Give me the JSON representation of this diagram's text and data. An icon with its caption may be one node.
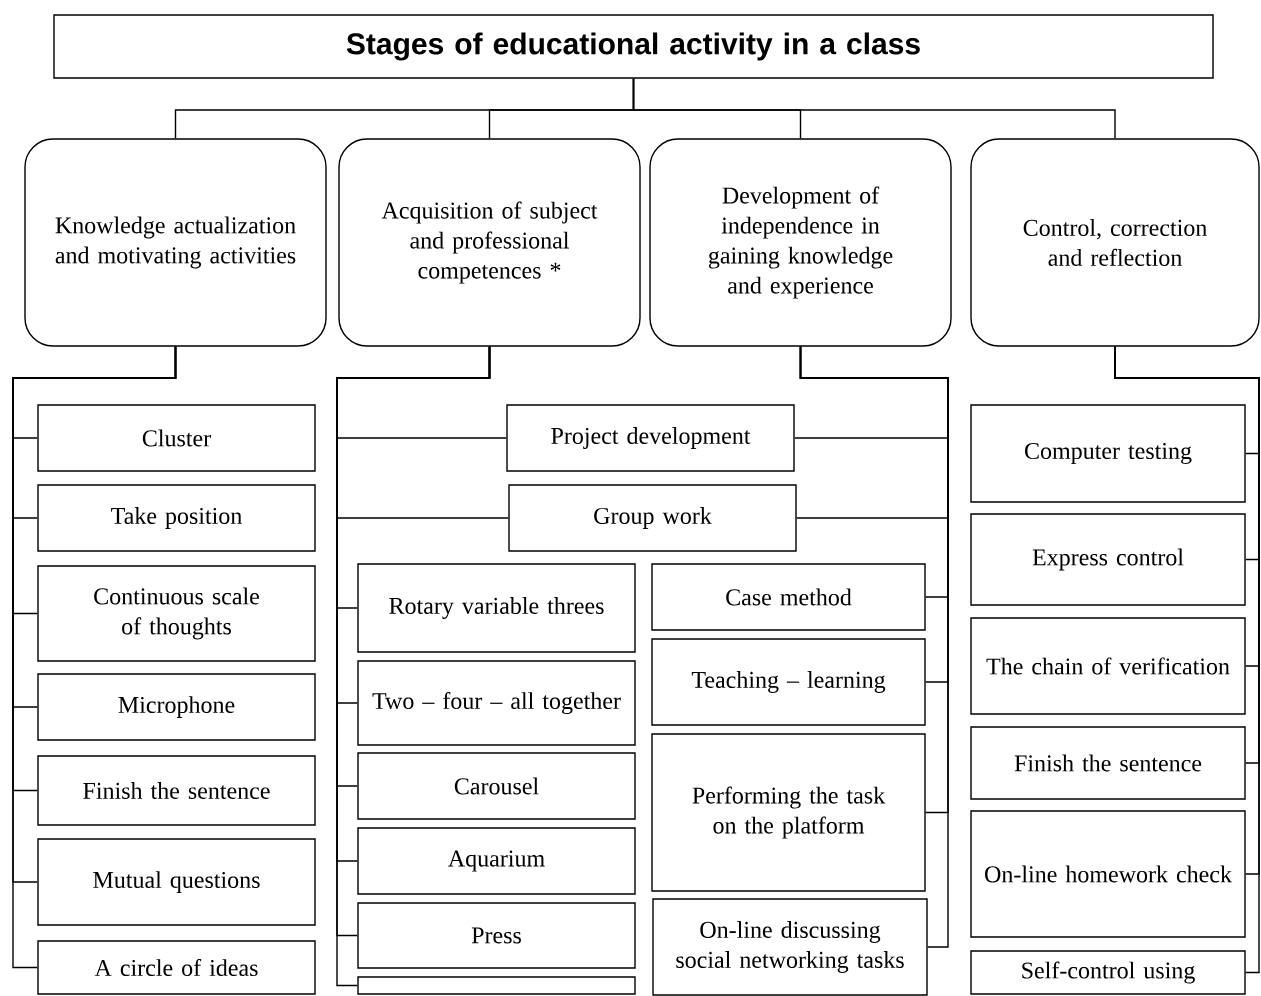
{
  "diagram": {
    "nodes": [
      {
        "text": [
          "Stages of educational activity in a class"
        ]
      },
      {
        "text": [
          "Knowledge actualization and motivating activities"
        ]
      },
      {
        "text": [
          "Acquisition of subject and professional competences *"
        ]
      },
      {
        "text": [
          "Development of independence in gaining knowledge and experience"
        ]
      },
      {
        "text": [
          "Control, correction and reflection"
        ]
      },
      {
        "text": [
          "Cluster"
        ]
      },
      {
        "text": [
          "Take position"
        ]
      },
      {
        "text": [
          "Continuous scale of thoughts"
        ]
      },
      {
        "text": [
          "Microphone"
        ]
      },
      {
        "text": [
          "Finish the sentence"
        ]
      },
      {
        "text": [
          "Mutual questions"
        ]
      },
      {
        "text": [
          "A circle of ideas"
        ]
      },
      {
        "text": [
          "Project development"
        ]
      },
      {
        "text": [
          "Group work"
        ]
      },
      {
        "text": [
          "Rotary variable threes"
        ]
      },
      {
        "text": [
          "Two – four – all together"
        ]
      },
      {
        "text": [
          "Carousel"
        ]
      },
      {
        "text": [
          "Aquarium"
        ]
      },
      {
        "text": [
          "Press"
        ]
      },
      {
        "text": [],
        "shape": "box"
      },
      {
        "text": [
          "Case method"
        ]
      },
      {
        "text": [
          "Teaching – learning"
        ]
      },
      {
        "text": [
          "Performing the task on the platform"
        ]
      },
      {
        "text": [
          "On-line discussing social networking tasks"
        ]
      },
      {
        "text": [
          "Computer testing"
        ]
      },
      {
        "text": [
          "Express control"
        ]
      },
      {
        "text": [
          "The chain of verification"
        ]
      },
      {
        "text": [
          "Finish the sentence"
        ]
      },
      {
        "text": [
          "On-line homework check"
        ]
      },
      {
        "text": [
          "Self-control using"
        ]
      }
    ],
    "edges": [
      {
        "from": 0,
        "to": 1,
        "arrow": "none"
      },
      {
        "from": 0,
        "to": 2,
        "arrow": "none"
      },
      {
        "from": 0,
        "to": 3,
        "arrow": "none"
      },
      {
        "from": 0,
        "to": 4,
        "arrow": "none"
      },
      {
        "from": 1,
        "to": 5,
        "arrow": "none"
      },
      {
        "from": 1,
        "to": 6,
        "arrow": "none"
      },
      {
        "from": 1,
        "to": 7,
        "arrow": "none"
      },
      {
        "from": 1,
        "to": 8,
        "arrow": "none"
      },
      {
        "from": 1,
        "to": 9,
        "arrow": "none"
      },
      {
        "from": 1,
        "to": 10,
        "arrow": "none"
      },
      {
        "from": 1,
        "to": 11,
        "arrow": "none"
      },
      {
        "from": 2,
        "to": 12,
        "arrow": "none"
      },
      {
        "from": 2,
        "to": 13,
        "arrow": "none"
      },
      {
        "from": 2,
        "to": 14,
        "arrow": "none"
      },
      {
        "from": 2,
        "to": 15,
        "arrow": "none"
      },
      {
        "from": 2,
        "to": 16,
        "arrow": "none"
      },
      {
        "from": 2,
        "to": 17,
        "arrow": "none"
      },
      {
        "from": 2,
        "to": 18,
        "arrow": "none"
      },
      {
        "from": 2,
        "to": 19,
        "arrow": "none"
      },
      {
        "from": 3,
        "to": 12,
        "arrow": "none"
      },
      {
        "from": 3,
        "to": 13,
        "arrow": "none"
      },
      {
        "from": 3,
        "to": 20,
        "arrow": "none"
      },
      {
        "from": 3,
        "to": 21,
        "arrow": "none"
      },
      {
        "from": 3,
        "to": 22,
        "arrow": "none"
      },
      {
        "from": 3,
        "to": 23,
        "arrow": "none"
      },
      {
        "from": 4,
        "to": 24,
        "arrow": "none"
      },
      {
        "from": 4,
        "to": 25,
        "arrow": "none"
      },
      {
        "from": 4,
        "to": 26,
        "arrow": "none"
      },
      {
        "from": 4,
        "to": 27,
        "arrow": "none"
      },
      {
        "from": 4,
        "to": 28,
        "arrow": "none"
      },
      {
        "from": 4,
        "to": 29,
        "arrow": "none"
      }
    ]
  }
}
